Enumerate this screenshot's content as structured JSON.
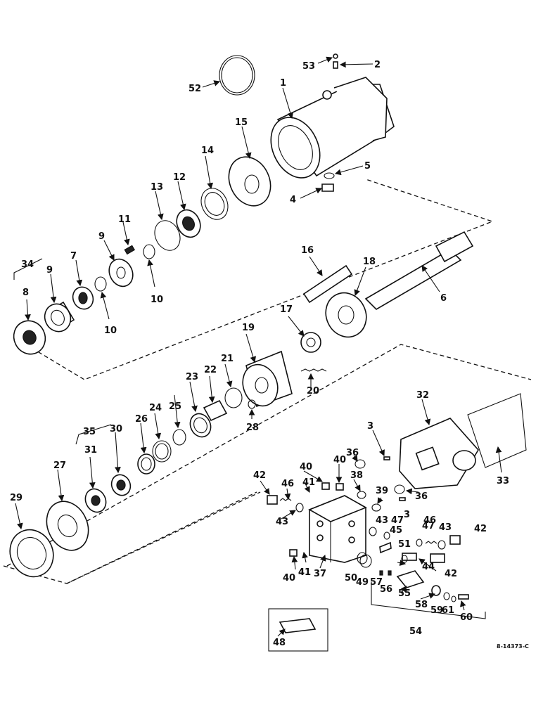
{
  "diagram": {
    "drawing_number": "8-14373-C",
    "callouts": [
      "53",
      "2",
      "52",
      "1",
      "15",
      "5",
      "4",
      "14",
      "12",
      "13",
      "11",
      "9",
      "34",
      "7",
      "9",
      "8",
      "10",
      "10",
      "16",
      "18",
      "6",
      "17",
      "19",
      "20",
      "21",
      "22",
      "23",
      "25",
      "24",
      "26",
      "35",
      "30",
      "31",
      "27",
      "29",
      "28",
      "3",
      "32",
      "33",
      "36",
      "36",
      "40",
      "40",
      "38",
      "42",
      "46",
      "41",
      "39",
      "3",
      "41",
      "43",
      "43",
      "47",
      "45",
      "47",
      "46",
      "43",
      "42",
      "51",
      "44",
      "40",
      "41",
      "37",
      "50",
      "49",
      "57",
      "56",
      "55",
      "42",
      "58",
      "59",
      "61",
      "60",
      "54",
      "48"
    ]
  }
}
